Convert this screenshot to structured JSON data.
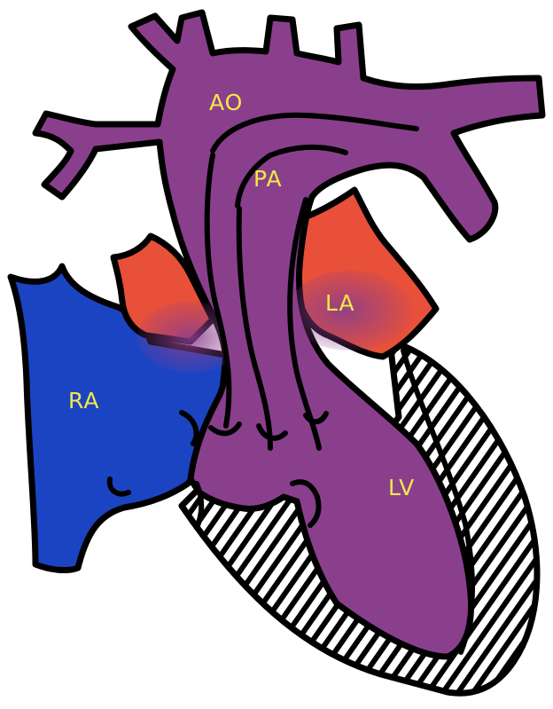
{
  "colors": {
    "vessel": "#8a3f8c",
    "left_atrium": "#e8503a",
    "right_atrium": "#1b44c2",
    "outline": "#000000",
    "labels": "#f2e84a",
    "background": "#ffffff"
  },
  "labels": {
    "aorta": "AO",
    "pulmonary_artery": "PA",
    "left_atrium": "LA",
    "right_atrium": "RA",
    "left_ventricle": "LV"
  }
}
